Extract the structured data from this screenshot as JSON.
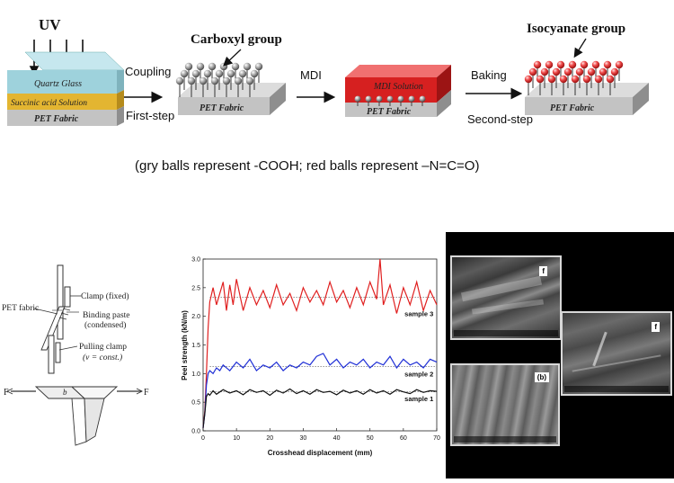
{
  "process": {
    "uv_label": "UV",
    "quartz_glass": "Quartz Glass",
    "succinic_solution": "Succinic acid Solution",
    "pet_fabric": "PET Fabric",
    "coupling": "Coupling",
    "first_step": "First-step",
    "carboxyl_group": "Carboxyl group",
    "mdi": "MDI",
    "mdi_solution": "MDI Solution",
    "baking": "Baking",
    "second_step": "Second-step",
    "isocyanate_group": "Isocyanate group",
    "caption": "(gry balls represent -COOH; red balls represent –N=C=O)",
    "colors": {
      "quartz": "#9ed2dc",
      "succinic": "#e3b531",
      "pet": "#c3c3c3",
      "mdi": "#d62020",
      "gray_ball": "#9a9a9a",
      "red_ball": "#e83a3a"
    }
  },
  "peel_test": {
    "clamp_fixed": "Clamp (fixed)",
    "pet_fabric": "PET fabric",
    "binding_paste": "Binding paste",
    "condensed": "(condensed)",
    "pulling_clamp": "Pulling clamp",
    "v_const": "(v = const.)",
    "f_left": "F",
    "f_right": "F",
    "b": "b"
  },
  "chart_data": {
    "type": "line",
    "xlabel": "Crosshead displacement (mm)",
    "ylabel": "Peel strength (kN/m)",
    "xlim": [
      0,
      70
    ],
    "ylim": [
      0.0,
      3.0
    ],
    "xticks": [
      "0",
      "10",
      "20",
      "30",
      "40",
      "50",
      "60",
      "70"
    ],
    "yticks": [
      "0.0",
      "0.5",
      "1.0",
      "1.5",
      "2.0",
      "2.5",
      "3.0"
    ],
    "series": [
      {
        "name": "sample 3",
        "color": "#e02020",
        "mean": 2.33,
        "amplitude": 0.2,
        "x": [
          0,
          0.5,
          1,
          1.5,
          2,
          3,
          4,
          5,
          6,
          7,
          8,
          9,
          10,
          12,
          14,
          16,
          18,
          20,
          22,
          24,
          26,
          28,
          30,
          32,
          34,
          36,
          38,
          40,
          42,
          44,
          46,
          48,
          50,
          52,
          53,
          54,
          56,
          58,
          60,
          62,
          64,
          66,
          68,
          70
        ],
        "y": [
          0.05,
          0.35,
          1.0,
          1.8,
          2.25,
          2.5,
          2.2,
          2.4,
          2.6,
          2.1,
          2.55,
          2.2,
          2.65,
          2.1,
          2.5,
          2.2,
          2.45,
          2.15,
          2.55,
          2.2,
          2.4,
          2.1,
          2.5,
          2.25,
          2.45,
          2.2,
          2.6,
          2.25,
          2.45,
          2.15,
          2.5,
          2.2,
          2.6,
          2.3,
          3.0,
          2.2,
          2.55,
          2.05,
          2.5,
          2.2,
          2.6,
          2.1,
          2.45,
          2.2
        ]
      },
      {
        "name": "sample 2",
        "color": "#1f2fd6",
        "mean": 1.12,
        "amplitude": 0.1,
        "x": [
          0,
          0.5,
          1,
          1.5,
          2,
          3,
          4,
          5,
          6,
          8,
          10,
          12,
          14,
          16,
          18,
          20,
          22,
          24,
          26,
          28,
          30,
          32,
          34,
          36,
          38,
          40,
          42,
          44,
          46,
          48,
          50,
          52,
          54,
          56,
          58,
          60,
          62,
          64,
          66,
          68,
          70
        ],
        "y": [
          0.05,
          0.3,
          0.8,
          1.0,
          1.05,
          1.0,
          1.1,
          1.05,
          1.15,
          1.05,
          1.2,
          1.1,
          1.25,
          1.05,
          1.15,
          1.1,
          1.2,
          1.05,
          1.15,
          1.1,
          1.2,
          1.15,
          1.3,
          1.35,
          1.15,
          1.25,
          1.1,
          1.2,
          1.15,
          1.25,
          1.1,
          1.2,
          1.15,
          1.3,
          1.1,
          1.25,
          1.15,
          1.2,
          1.1,
          1.25,
          1.2
        ]
      },
      {
        "name": "sample 1",
        "color": "#111111",
        "mean": 0.68,
        "amplitude": 0.05,
        "x": [
          0,
          0.5,
          1,
          1.5,
          2,
          3,
          4,
          6,
          8,
          10,
          12,
          14,
          16,
          18,
          20,
          22,
          24,
          26,
          28,
          30,
          32,
          34,
          36,
          38,
          40,
          42,
          44,
          46,
          48,
          50,
          52,
          54,
          56,
          58,
          60,
          62,
          64,
          66,
          68,
          70
        ],
        "y": [
          0.05,
          0.3,
          0.6,
          0.65,
          0.62,
          0.7,
          0.64,
          0.72,
          0.66,
          0.7,
          0.63,
          0.72,
          0.67,
          0.7,
          0.62,
          0.71,
          0.66,
          0.73,
          0.65,
          0.7,
          0.64,
          0.72,
          0.67,
          0.69,
          0.63,
          0.71,
          0.66,
          0.7,
          0.64,
          0.72,
          0.66,
          0.7,
          0.64,
          0.72,
          0.68,
          0.65,
          0.72,
          0.67,
          0.7,
          0.69
        ]
      }
    ]
  },
  "sem": {
    "img1_tag": "f",
    "img2_tag": "f",
    "img3_tag": "(b)"
  }
}
